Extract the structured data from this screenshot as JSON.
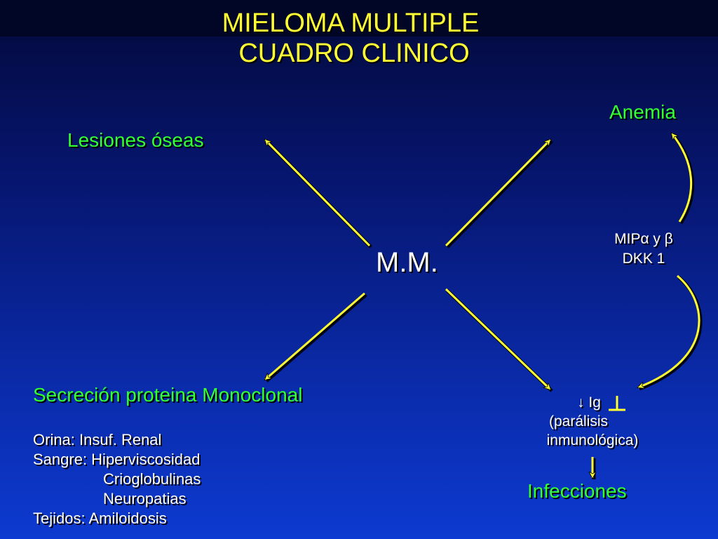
{
  "title": {
    "line1": "MIELOMA MULTIPLE",
    "line2": "CUADRO CLINICO"
  },
  "center_label": "M.M.",
  "nodes": {
    "anemia": "Anemia",
    "lesiones": "Lesiones óseas",
    "secrecion": "Secreción proteina Monoclonal",
    "infecciones": "Infecciones"
  },
  "mip": {
    "line1": "MIPα y β",
    "line2": "DKK 1"
  },
  "ig": {
    "line1": "↓ Ig",
    "line2": "(parálisis",
    "line3": "inmunológica)"
  },
  "secrecion_details": {
    "orina": "Orina: Insuf. Renal",
    "sangre": "Sangre: Hiperviscosidad",
    "crio": "Crioglobulinas",
    "neuro": "Neuropatias",
    "tejidos": "Tejidos: Amiloidosis"
  },
  "colors": {
    "title": "#ffff33",
    "node": "#33ff33",
    "arrow": "#ffff33",
    "text": "#ffffff"
  }
}
